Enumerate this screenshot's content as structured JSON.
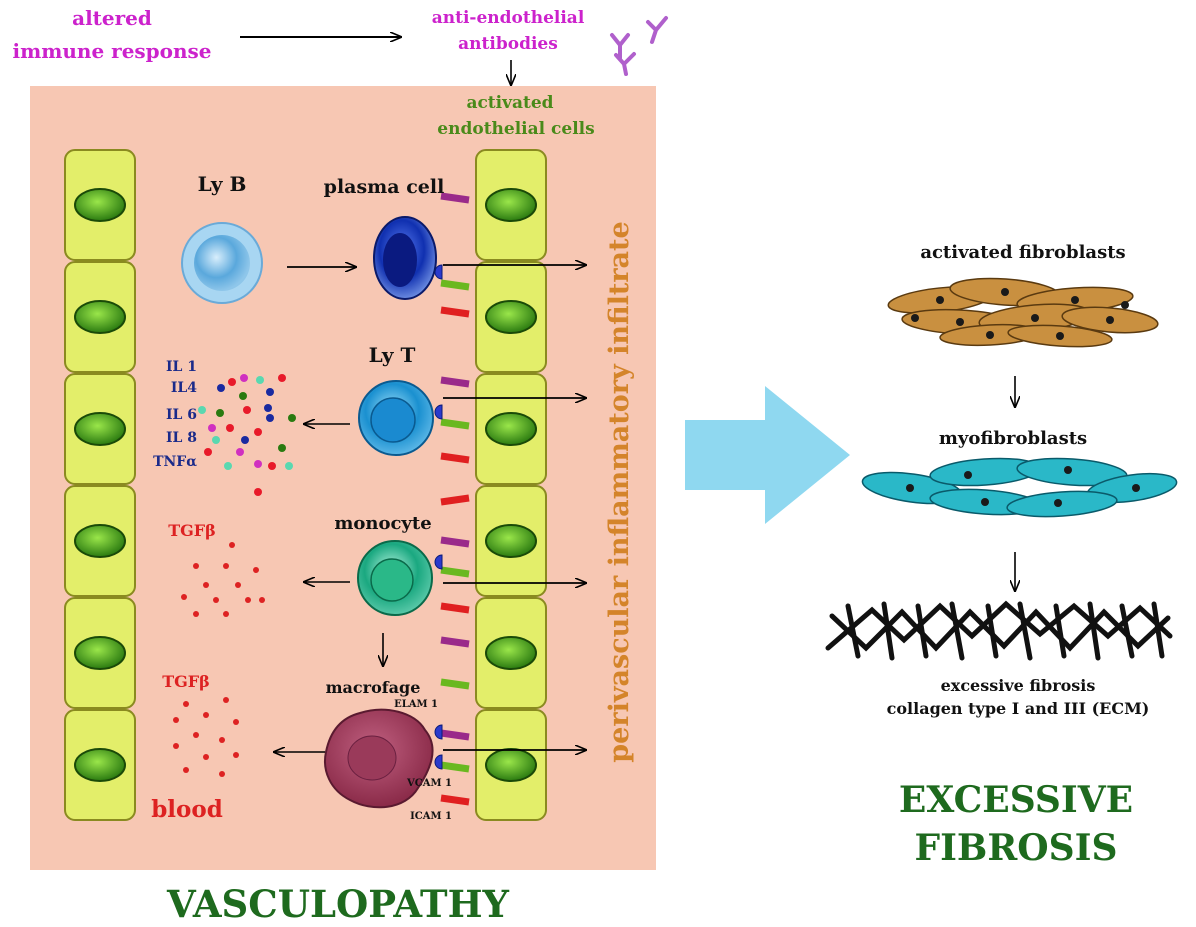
{
  "top": {
    "altered_immune_response": [
      "altered",
      "immune response"
    ],
    "anti_endothelial_antibodies": [
      "anti-endothelial",
      "antibodies"
    ],
    "activated_endothelial_cells": [
      "activated",
      "endothelial cells"
    ]
  },
  "vasculopathy": {
    "ly_b": "Ly B",
    "plasma_cell": "plasma cell",
    "ly_t": "Ly T",
    "monocyte": "monocyte",
    "macrofage": "macrofage",
    "cytokines": [
      "IL 1",
      "IL4",
      "IL 6",
      "IL 8",
      "TNFα"
    ],
    "tgfb_1": "TGFβ",
    "tgfb_2": "TGFβ",
    "blood": "blood",
    "adhesion_molecules": [
      "ELAM 1",
      "VCAM 1",
      "ICAM 1"
    ],
    "infiltrate": "perivascular inflammatory infiltrate",
    "title": "VASCULOPATHY"
  },
  "fibrosis": {
    "activated_fibroblasts": "activated fibroblasts",
    "myofibroblasts": "myofibroblasts",
    "excessive_fibrosis": "excessive fibrosis",
    "collagen": "collagen type I and III (ECM)",
    "title_lines": [
      "EXCESSIVE",
      "FIBROSIS"
    ]
  },
  "colors": {
    "magenta_text": "#cc22cc",
    "green_text": "#4a8a1a",
    "panel_bg": "#f7c7b3",
    "cell_fill": "#e3ee6a",
    "orange_text": "#d4842a",
    "red_text": "#dd2222",
    "blue_text": "#1a2a8a",
    "dark_green_title": "#1e6a1e",
    "big_arrow": "#8fd8f0",
    "fibroblast": "#c99040",
    "myofibroblast": "#2ab8c8"
  }
}
